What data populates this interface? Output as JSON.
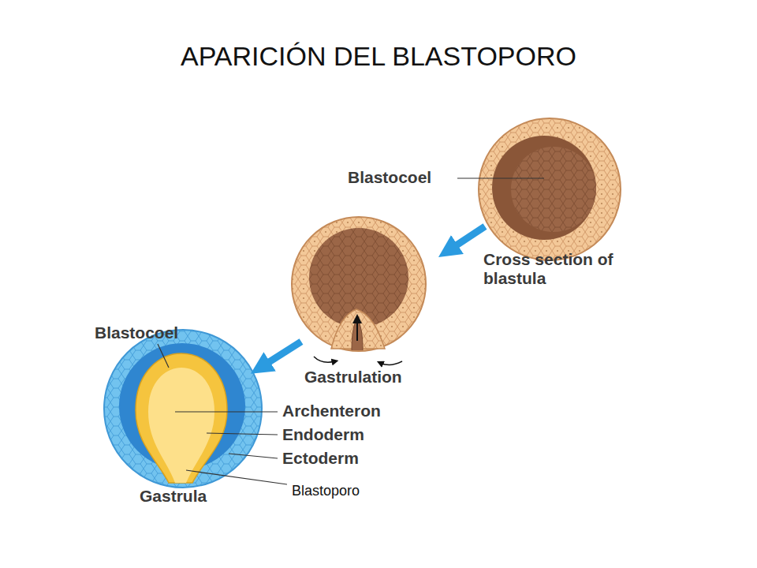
{
  "diagram": {
    "title": "APARICIÓN DEL BLASTOPORO",
    "labels": [
      "Blastocoel",
      "Cross section of blastula",
      "Gastrulation",
      "Blastocoel",
      "Archenteron",
      "Endoderm",
      "Ectoderm",
      "Gastrula",
      "Blastoporo"
    ]
  }
}
